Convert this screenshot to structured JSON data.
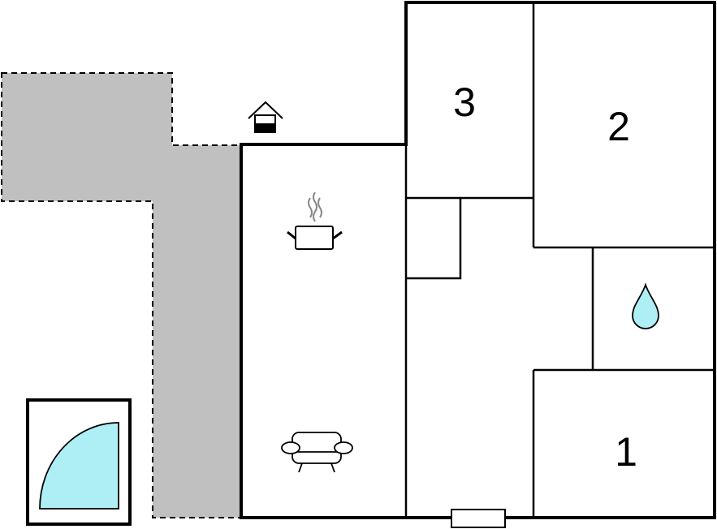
{
  "rooms": [
    {
      "label": "3"
    },
    {
      "label": "2"
    },
    {
      "label": "1"
    }
  ],
  "icons": {
    "entrance": "house-entrance-icon",
    "kitchen": "cooking-pot-icon",
    "living": "sofa-icon",
    "bathroom": "water-drop-icon",
    "pool": "pool-icon"
  },
  "colors": {
    "terrace": "#c0c0c0",
    "water": "#aeeff5",
    "wall": "#000000",
    "background": "#ffffff"
  }
}
